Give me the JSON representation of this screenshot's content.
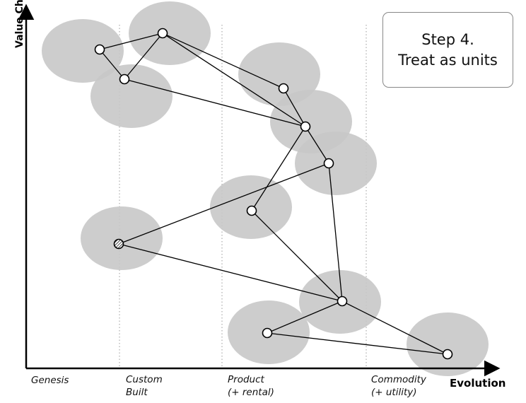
{
  "step_box": {
    "line1": "Step 4.",
    "line2": "Treat as units"
  },
  "axes": {
    "x_label": "Evolution",
    "y_label": "Value Chain"
  },
  "stages": [
    {
      "line1": "Genesis",
      "line2": ""
    },
    {
      "line1": "Custom",
      "line2": "Built"
    },
    {
      "line1": "Product",
      "line2": "(+ rental)"
    },
    {
      "line1": "Commodity",
      "line2": "(+ utility)"
    }
  ],
  "colors": {
    "unit_fill": "#c8c8c8",
    "node_fill": "#ffffff",
    "node_stroke": "#000000",
    "line": "#000000",
    "divider": "#9a9a9a"
  },
  "nodes": [
    {
      "id": "n1",
      "style": "plain"
    },
    {
      "id": "n2",
      "style": "plain"
    },
    {
      "id": "n3",
      "style": "plain"
    },
    {
      "id": "n4",
      "style": "plain"
    },
    {
      "id": "n5",
      "style": "plain"
    },
    {
      "id": "n6",
      "style": "plain"
    },
    {
      "id": "n7",
      "style": "plain"
    },
    {
      "id": "n8",
      "style": "hatched"
    },
    {
      "id": "n9",
      "style": "plain"
    },
    {
      "id": "n10",
      "style": "plain"
    },
    {
      "id": "n11",
      "style": "plain"
    }
  ],
  "edges": [
    [
      "n1",
      "n2"
    ],
    [
      "n1",
      "n3"
    ],
    [
      "n2",
      "n3"
    ],
    [
      "n2",
      "n4"
    ],
    [
      "n2",
      "n5"
    ],
    [
      "n3",
      "n5"
    ],
    [
      "n4",
      "n5"
    ],
    [
      "n5",
      "n6"
    ],
    [
      "n5",
      "n7"
    ],
    [
      "n6",
      "n9"
    ],
    [
      "n7",
      "n8"
    ],
    [
      "n7",
      "n9"
    ],
    [
      "n8",
      "n9"
    ],
    [
      "n9",
      "n10"
    ],
    [
      "n9",
      "n11"
    ],
    [
      "n10",
      "n11"
    ]
  ]
}
